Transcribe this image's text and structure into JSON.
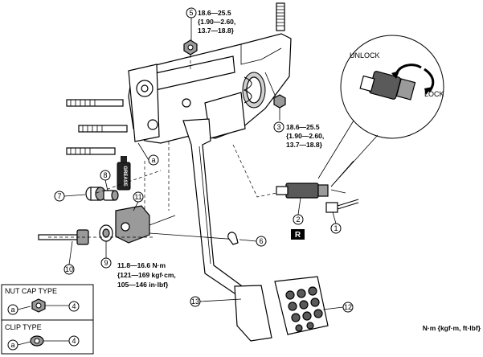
{
  "callouts": {
    "c1": "1",
    "c2": "2",
    "c3": "3",
    "c4a": "4",
    "c4b": "4",
    "c5": "5",
    "c6": "6",
    "c7": "7",
    "c8": "8",
    "c9": "9",
    "c10": "10",
    "c11": "11",
    "c12": "12",
    "c13": "13",
    "ca_main": "a",
    "ca_nut": "a",
    "ca_clip": "a"
  },
  "torque_5": {
    "line1": "18.6—25.5",
    "line2": "{1.90—2.60,",
    "line3": "13.7—18.8}"
  },
  "torque_3": {
    "line1": "18.6—25.5",
    "line2": "{1.90—2.60,",
    "line3": "13.7—18.8}"
  },
  "torque_9": {
    "line1": "11.8—16.6 N·m",
    "line2": "{121—169 kgf·cm,",
    "line3": "105—146 in·lbf}"
  },
  "inset": {
    "unlock": "UNLOCK",
    "lock": "LOCK"
  },
  "r_mark": "R",
  "grease": "GREASE",
  "nut_cap_type": "NUT CAP TYPE",
  "clip_type": "CLIP TYPE",
  "units": "N·m  {kgf·m,  ft·lbf}"
}
